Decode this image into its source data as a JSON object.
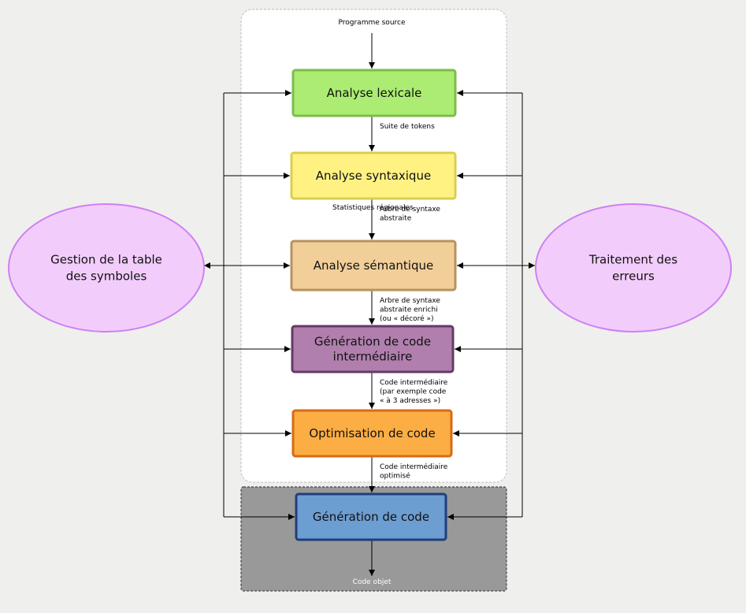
{
  "source_label": "Programme source",
  "output_label": "Code objet",
  "stages": [
    {
      "id": "lex",
      "label": [
        "Analyse lexicale"
      ],
      "fill": "#acec72",
      "stroke": "#7cbd49"
    },
    {
      "id": "syn",
      "label": [
        "Analyse syntaxique"
      ],
      "fill": "#fff283",
      "stroke": "#dccd50"
    },
    {
      "id": "sem",
      "label": [
        "Analyse sémantique"
      ],
      "fill": "#f2cf99",
      "stroke": "#b79260"
    },
    {
      "id": "gci",
      "label": [
        "Génération de code",
        "intermédiaire"
      ],
      "fill": "#b17fae",
      "stroke": "#653a66"
    },
    {
      "id": "opt",
      "label": [
        "Optimisation de code"
      ],
      "fill": "#fcad43",
      "stroke": "#d76b14"
    },
    {
      "id": "gen",
      "label": [
        "Génération de code"
      ],
      "fill": "#6d9ed2",
      "stroke": "#203e7b"
    }
  ],
  "edge_labels": [
    {
      "from": "lex",
      "lines": [
        "Suite de tokens"
      ]
    },
    {
      "from": "syn",
      "lines": [
        "Arbre de syntaxe",
        "abstraite"
      ]
    },
    {
      "from": "sem",
      "lines": [
        "Arbre de syntaxe",
        "abstraite enrichi",
        "(ou « décoré »)"
      ]
    },
    {
      "from": "gci",
      "lines": [
        "Code intermédiaire",
        "(par exemple code",
        "« à 3 adresses »)"
      ]
    },
    {
      "from": "opt",
      "lines": [
        "Code intermédiaire",
        "optimisé"
      ]
    }
  ],
  "overlap_label": "Statistiques régionales",
  "side_nodes": {
    "left": {
      "label": [
        "Gestion de la table",
        "des symboles"
      ],
      "fill": "#f2cdfb",
      "stroke": "#cf80f4"
    },
    "right": {
      "label": [
        "Traitement des",
        "erreurs"
      ],
      "fill": "#f2cdfb",
      "stroke": "#cf80f4"
    }
  },
  "regions": {
    "front_fill": "#ffffff",
    "back_fill": "#999999"
  }
}
